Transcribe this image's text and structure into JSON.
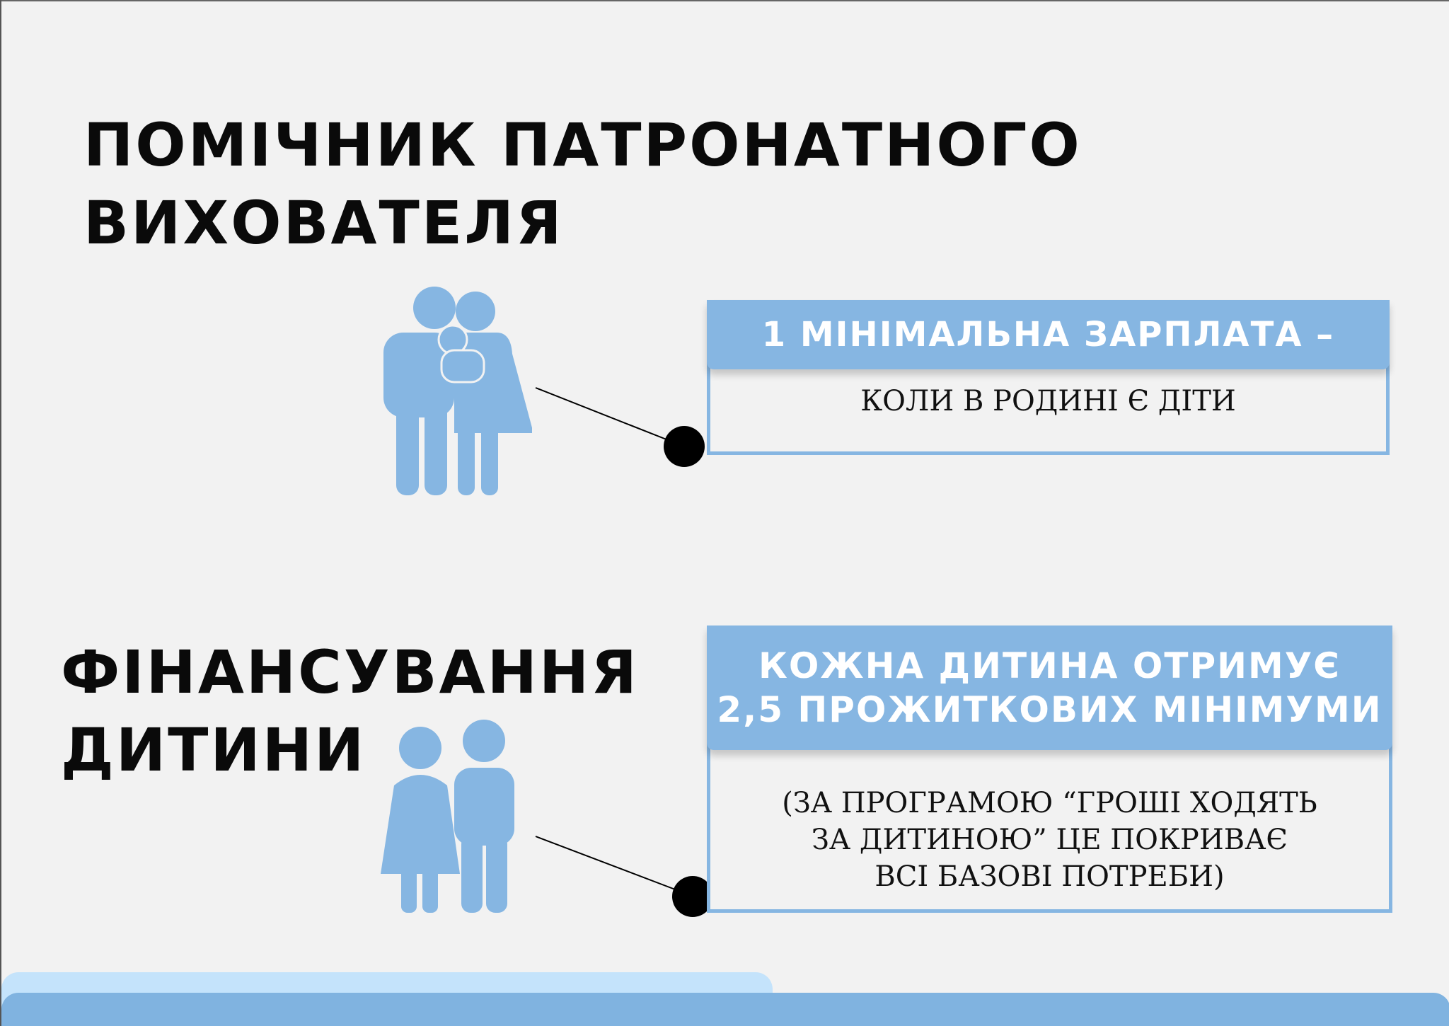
{
  "section1": {
    "title_line1": "ПОМІЧНИК ПАТРОНАТНОГО",
    "title_line2": "ВИХОВАТЕЛЯ",
    "box_header": "1 МІНІМАЛЬНА ЗАРПЛАТА –",
    "box_body": "КОЛИ В РОДИНІ Є ДІТИ",
    "icon": "family-icon"
  },
  "section2": {
    "title_line1": "ФІНАНСУВАННЯ",
    "title_line2": "ДИТИНИ",
    "box_header_line1": "КОЖНА ДИТИНА ОТРИМУЄ",
    "box_header_line2": "2,5 ПРОЖИТКОВИХ МІНІМУМИ",
    "box_body": "(ЗА ПРОГРАМОЮ “ГРОШІ ХОДЯТЬ ЗА ДИТИНОЮ” ЦЕ ПОКРИВАЄ ВСІ БАЗОВІ ПОТРЕБИ)",
    "icon": "children-icon"
  },
  "colors": {
    "accent": "#86b6e2",
    "light": "#c4e3fb",
    "background": "#f2f2f2"
  }
}
